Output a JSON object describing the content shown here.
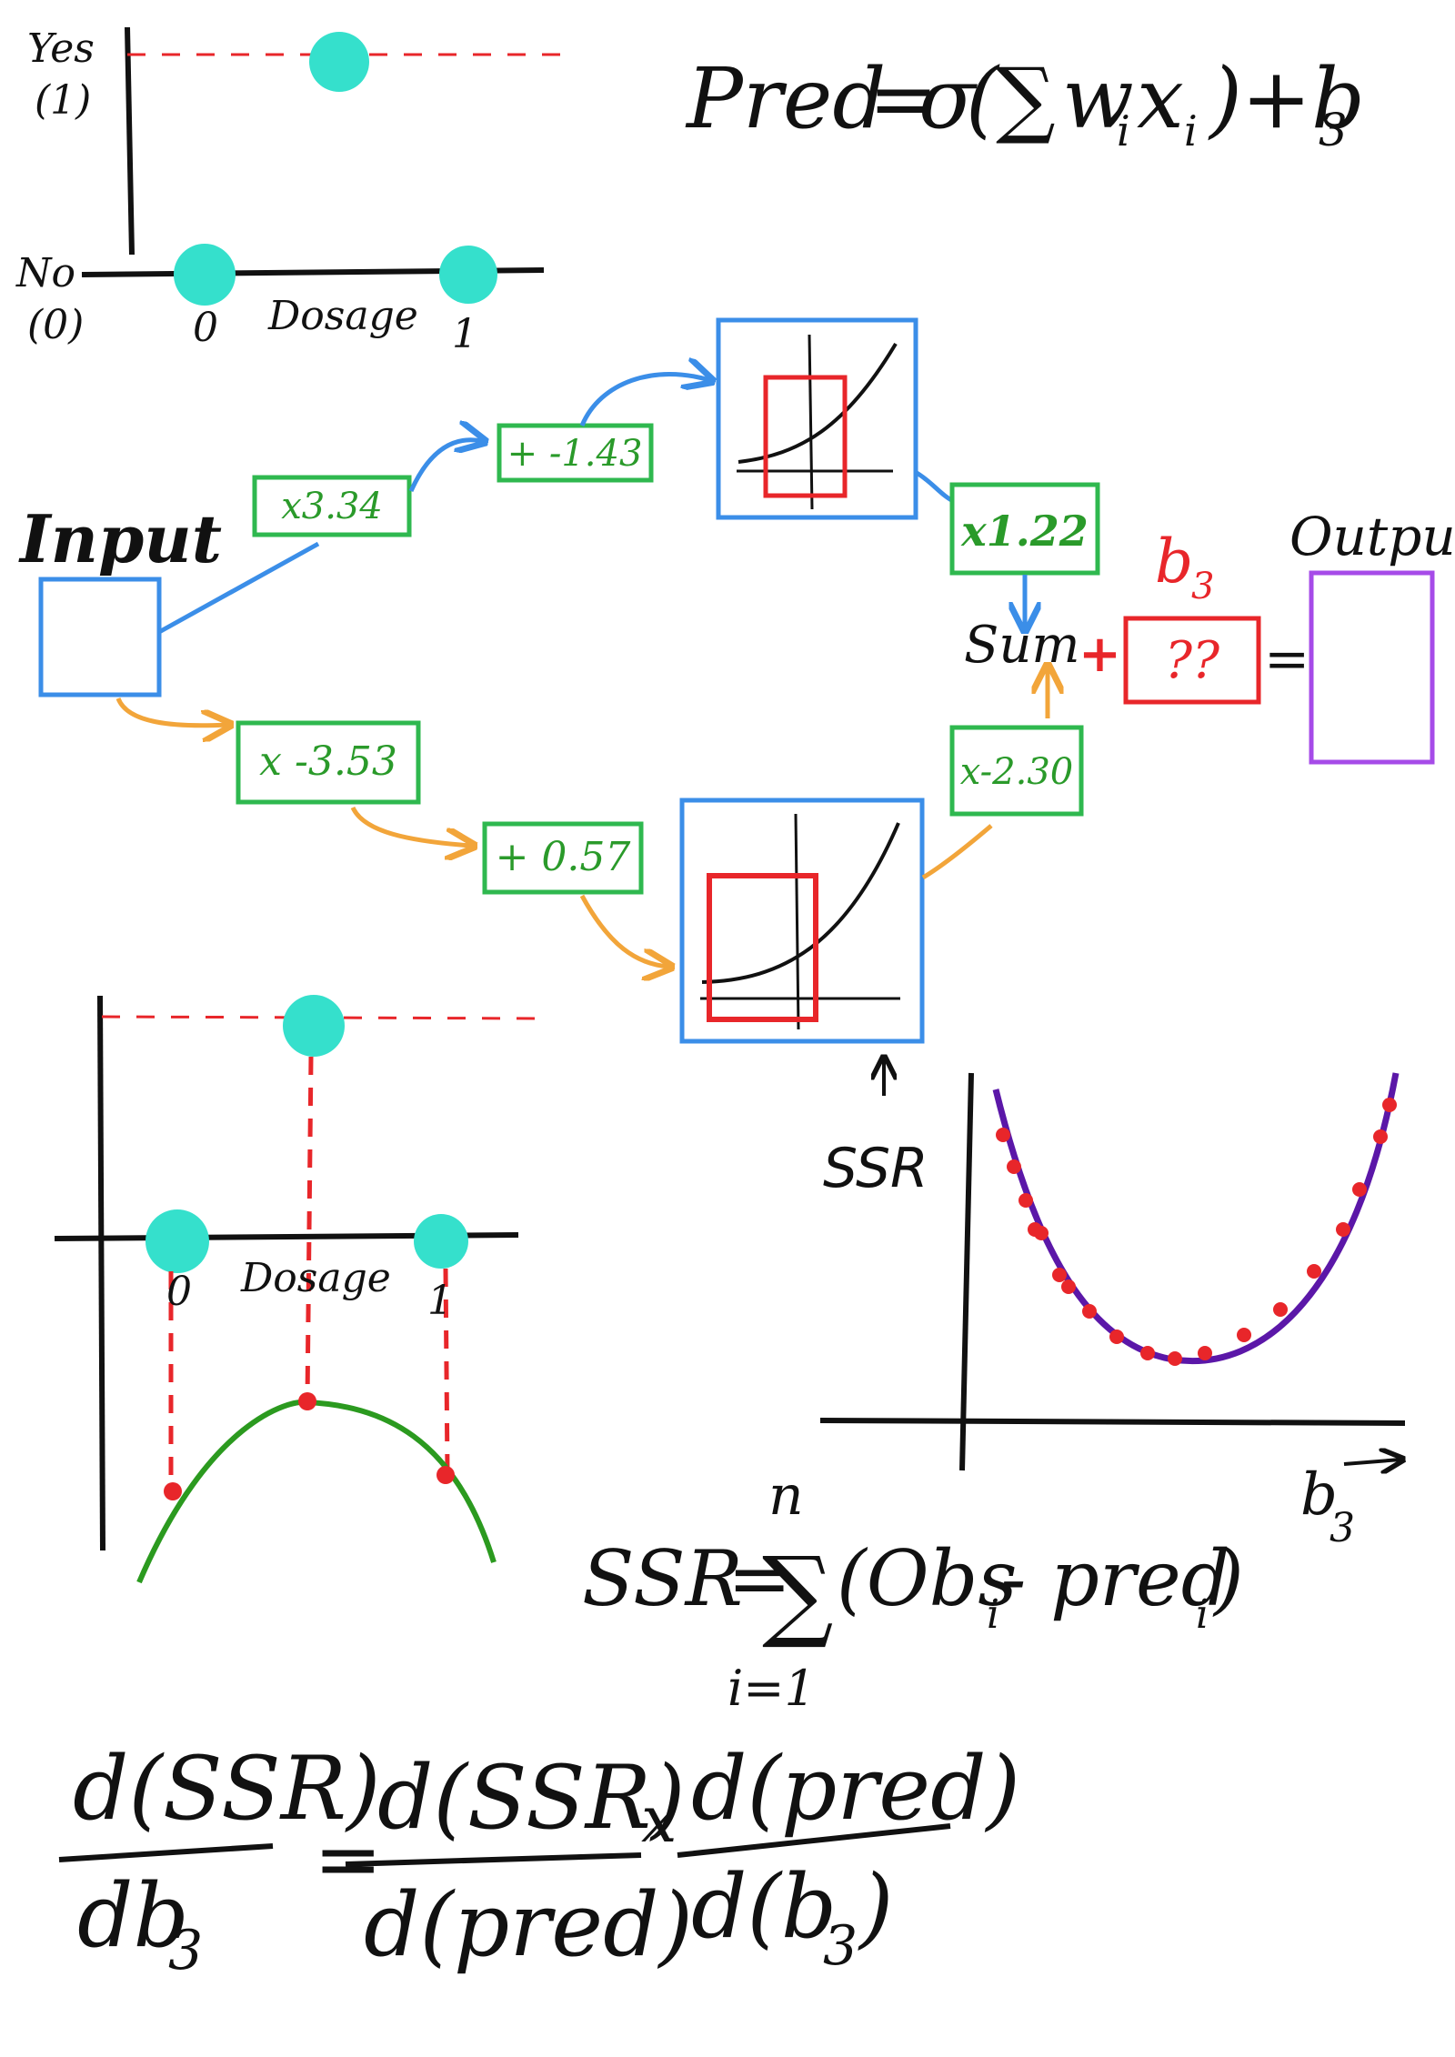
{
  "formula_top": {
    "lhs": "Pred",
    "eq": "=",
    "sigma": "σ",
    "open": "(",
    "sum": "∑",
    "w": "w",
    "w_sub": "i",
    "x": "x",
    "x_sub": "i",
    "close": ")",
    "plus_b": "+b",
    "b_sub": "3"
  },
  "top_plot": {
    "yes_label": "Yes",
    "yes_value": "(1)",
    "no_label": "No",
    "no_value": "(0)",
    "tick_0": "0",
    "tick_1": "1",
    "xlabel": "Dosage"
  },
  "network": {
    "input_label": "Input",
    "output_label": "Output",
    "w1": "x3.34",
    "b1": "+ -1.43",
    "w2": "x -3.53",
    "b2": "+ 0.57",
    "w3": "x1.22",
    "w4": "x-2.30",
    "sum_label": "Sum",
    "plus": "+",
    "b3_label": "b",
    "b3_sub": "3",
    "b3_value": "??",
    "equals": "="
  },
  "ssr_plot": {
    "ssr_label": "SSR",
    "x_label": "b",
    "x_sub": "3"
  },
  "bottom_left_plot": {
    "tick_0": "0",
    "tick_1": "1",
    "xlabel": "Dosage"
  },
  "ssr_formula": {
    "lhs": "SSR",
    "eq": "=",
    "sum": "∑",
    "upper": "n",
    "lower": "i=1",
    "body": "(Obs",
    "obs_sub": "i",
    "minus": " - pred",
    "pred_sub": "i",
    "close": ")"
  },
  "chain_rule": {
    "num1": "d(SSR)",
    "den1": "db",
    "den1_sub": "3",
    "eq": "=",
    "num2": "d(SSR)",
    "den2": "d(pred)",
    "times": "x",
    "num3": "d(pred)",
    "den3": "d(b",
    "den3_sub": "3",
    "den3_close": ")"
  },
  "colors": {
    "ink": "#111111",
    "red": "#e8262a",
    "green_box": "#2fb84f",
    "green_text": "#2a9a2a",
    "blue": "#3b8ee8",
    "orange": "#f2a53a",
    "cyan": "#35e0cc",
    "purple": "#a64be8",
    "curve_purple": "#5b17a8",
    "curve_green": "#2b9a1f"
  },
  "icons": {
    "activation_plot": "softplus-curve-icon"
  }
}
